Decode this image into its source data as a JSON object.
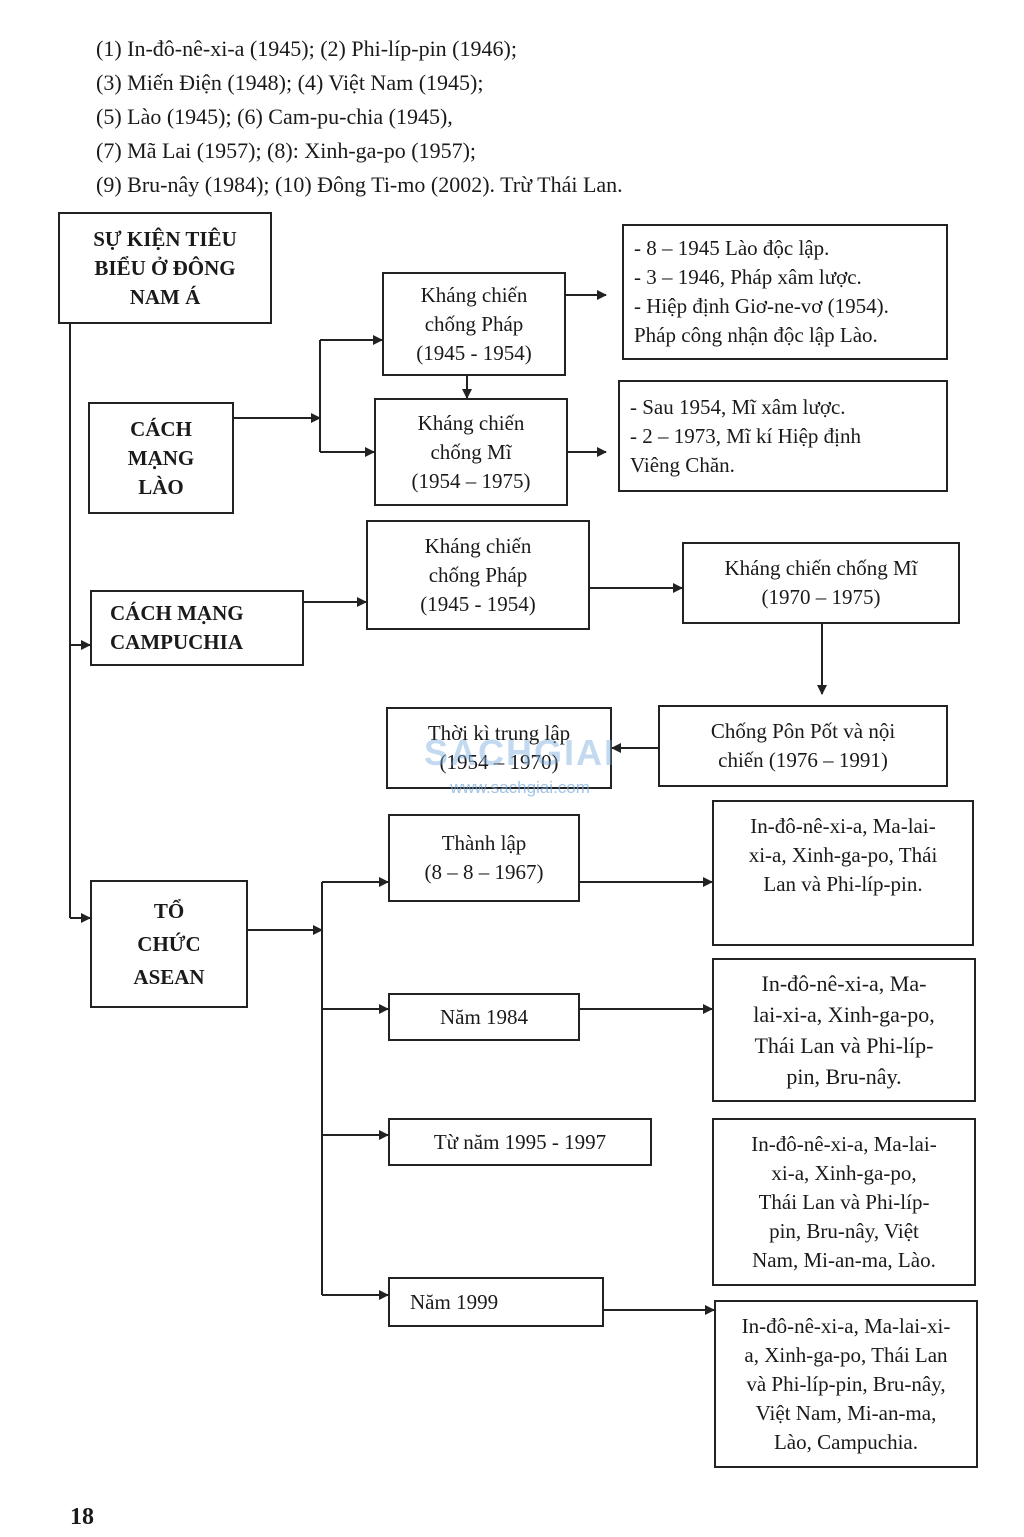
{
  "intro_lines": [
    "(1) In-đô-nê-xi-a (1945); (2) Phi-líp-pin (1946);",
    "(3) Miến Điện (1948); (4) Việt Nam (1945);",
    "(5) Lào (1945); (6) Cam-pu-chia (1945),",
    "(7) Mã Lai (1957); (8): Xinh-ga-po (1957);",
    "(9) Bru-nây (1984); (10) Đông Ti-mo (2002). Trừ Thái Lan."
  ],
  "diagram": {
    "root": [
      "SỰ KIỆN TIÊU",
      "BIỂU Ở ĐÔNG",
      "NAM Á"
    ],
    "laos": {
      "title": [
        "CÁCH",
        "MẠNG",
        "LÀO"
      ],
      "french": {
        "label": [
          "Kháng chiến",
          "chống Pháp",
          "(1945 - 1954)"
        ],
        "detail": [
          "- 8 – 1945 Lào  độc lập.",
          "- 3 – 1946, Pháp xâm lược.",
          "- Hiệp định Giơ-ne-vơ (1954).",
          "Pháp công nhận độc lập Lào."
        ]
      },
      "us": {
        "label": [
          "Kháng chiến",
          "chống Mĩ",
          "(1954 – 1975)"
        ],
        "detail": [
          "- Sau 1954, Mĩ xâm lược.",
          "- 2 – 1973, Mĩ kí Hiệp định",
          "Viêng Chăn."
        ]
      }
    },
    "cambodia": {
      "title": [
        "CÁCH MẠNG",
        "CAMPUCHIA"
      ],
      "french": [
        "Kháng chiến",
        "chống Pháp",
        "(1945 - 1954)"
      ],
      "us": [
        "Kháng chiến chống Mĩ",
        "(1970 – 1975)"
      ],
      "polpot": [
        "Chống Pôn Pốt và nội",
        "chiến (1976 – 1991)"
      ],
      "neutral": [
        "Thời kì trung lập",
        "(1954 – 1970)"
      ]
    },
    "asean": {
      "title": [
        "TỔ",
        "CHỨC",
        "ASEAN"
      ],
      "stages": [
        {
          "label": [
            "Thành lập",
            "(8 – 8 – 1967)"
          ],
          "members": [
            "In-đô-nê-xi-a, Ma-lai-",
            "xi-a, Xinh-ga-po, Thái",
            "Lan và Phi-líp-pin."
          ]
        },
        {
          "label": [
            "Năm 1984"
          ],
          "members": [
            "In-đô-nê-xi-a, Ma-",
            "lai-xi-a, Xinh-ga-po,",
            "Thái Lan và Phi-líp-",
            "pin, Bru-nây."
          ]
        },
        {
          "label": [
            "Từ năm 1995 - 1997"
          ],
          "members": [
            "In-đô-nê-xi-a, Ma-lai-",
            "xi-a, Xinh-ga-po,",
            "Thái Lan và Phi-líp-",
            "pin, Bru-nây, Việt",
            "Nam, Mi-an-ma, Lào."
          ]
        },
        {
          "label": [
            "Năm 1999"
          ],
          "members": [
            "In-đô-nê-xi-a, Ma-lai-xi-",
            "a, Xinh-ga-po, Thái Lan",
            "và Phi-líp-pin, Bru-nây,",
            "Việt Nam, Mi-an-ma,",
            "Lào, Campuchia."
          ]
        }
      ]
    }
  },
  "watermark": {
    "brand": "SACHGIAI",
    "url": "www.sachgiai.com"
  },
  "page_number": "18"
}
